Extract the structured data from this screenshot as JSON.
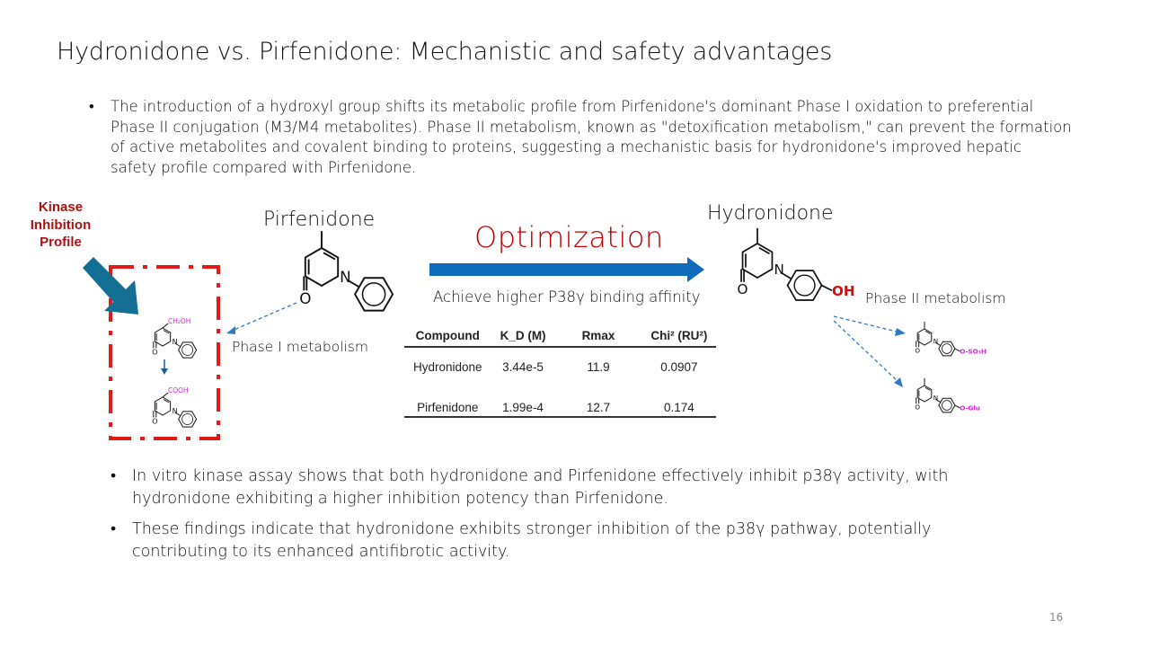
{
  "title": "Hydronidone vs. Pirfenidone: Mechanistic and safety advantages",
  "bullets_top": [
    "The introduction of a hydroxyl group shifts its metabolic profile from Pirfenidone's dominant Phase I oxidation to preferential Phase II conjugation (M3/M4 metabolites). Phase II metabolism, known as \"detoxification metabolism,\" can prevent the formation of active metabolites and covalent binding to proteins, suggesting a mechanistic basis for hydronidone's improved hepatic safety profile compared with Pirfenidone."
  ],
  "bullets_bottom": [
    "In vitro kinase assay shows that both hydronidone and Pirfenidone effectively inhibit p38γ activity, with hydronidone exhibiting a higher inhibition potency than Pirfenidone.",
    "These findings indicate that hydronidone exhibits stronger inhibition of the p38γ pathway, potentially contributing to its enhanced antifibrotic activity."
  ],
  "bullet_char": "•",
  "kinase_label": "Kinase Inhibition Profile",
  "pirfenidone_label": "Pirfenidone",
  "hydronidone_label": "Hydronidone",
  "optimization_label": "Optimization",
  "affinity_label": "Achieve higher P38γ binding affinity",
  "phase1_label": "Phase I metabolism",
  "phase2_label": "Phase II metabolism",
  "chem_labels": {
    "n": "N",
    "o": "O",
    "oh": "OH",
    "ch2oh": "CH₂OH",
    "cooh": "COOH",
    "so3h": "O-SO₃H",
    "glu": "O-Glu"
  },
  "table": {
    "headers": [
      "Compound",
      "K_D (M)",
      "Rmax",
      "Chi² (RU²)"
    ],
    "header_kd_main": "K",
    "header_kd_sub": "D",
    "header_kd_rest": " (M)",
    "rows": [
      [
        "Hydronidone",
        "3.44e-5",
        "11.9",
        "0.0907"
      ],
      [
        "Pirfenidone",
        "1.99e-4",
        "12.7",
        "0.174"
      ]
    ]
  },
  "page_number": "16",
  "colors": {
    "accent_red": "#c00000",
    "arrow_blue": "#0f6cbd",
    "dark_arrow": "#136f93",
    "magenta": "#e020e0"
  }
}
